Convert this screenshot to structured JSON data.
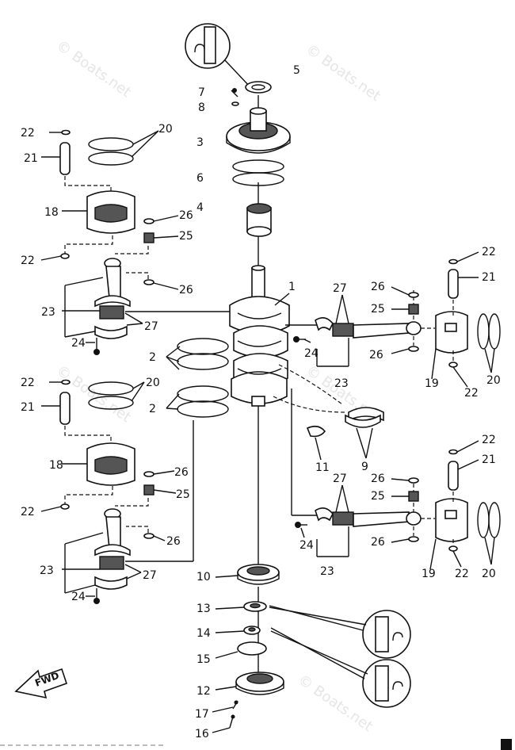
{
  "watermarks": [
    "© Boats.net",
    "© Boats.net",
    "© Boats.net",
    "© Boats.net",
    "© Boats.net"
  ],
  "fwd_label": "FWD",
  "callouts": [
    {
      "id": "c5",
      "text": "5"
    },
    {
      "id": "c7",
      "text": "7"
    },
    {
      "id": "c8",
      "text": "8"
    },
    {
      "id": "c3",
      "text": "3"
    },
    {
      "id": "c6",
      "text": "6"
    },
    {
      "id": "c4",
      "text": "4"
    },
    {
      "id": "c1",
      "text": "1"
    },
    {
      "id": "c22a",
      "text": "22"
    },
    {
      "id": "c21a",
      "text": "21"
    },
    {
      "id": "c20a",
      "text": "20"
    },
    {
      "id": "c18a",
      "text": "18"
    },
    {
      "id": "c26a",
      "text": "26"
    },
    {
      "id": "c25a",
      "text": "25"
    },
    {
      "id": "c22b",
      "text": "22"
    },
    {
      "id": "c26b",
      "text": "26"
    },
    {
      "id": "c23a",
      "text": "23"
    },
    {
      "id": "c27a",
      "text": "27"
    },
    {
      "id": "c24a",
      "text": "24"
    },
    {
      "id": "c2a",
      "text": "2"
    },
    {
      "id": "c2b",
      "text": "2"
    },
    {
      "id": "c22c",
      "text": "22"
    },
    {
      "id": "c21b",
      "text": "21"
    },
    {
      "id": "c20b",
      "text": "20"
    },
    {
      "id": "c18b",
      "text": "18"
    },
    {
      "id": "c26c",
      "text": "26"
    },
    {
      "id": "c25b",
      "text": "25"
    },
    {
      "id": "c22d",
      "text": "22"
    },
    {
      "id": "c26d",
      "text": "26"
    },
    {
      "id": "c23b",
      "text": "23"
    },
    {
      "id": "c27b",
      "text": "27"
    },
    {
      "id": "c24b",
      "text": "24"
    },
    {
      "id": "c22e",
      "text": "22"
    },
    {
      "id": "c21c",
      "text": "21"
    },
    {
      "id": "c27c",
      "text": "27"
    },
    {
      "id": "c26e",
      "text": "26"
    },
    {
      "id": "c25c",
      "text": "25"
    },
    {
      "id": "c24c",
      "text": "24"
    },
    {
      "id": "c26f",
      "text": "26"
    },
    {
      "id": "c23c",
      "text": "23"
    },
    {
      "id": "c19a",
      "text": "19"
    },
    {
      "id": "c22f",
      "text": "22"
    },
    {
      "id": "c20c",
      "text": "20"
    },
    {
      "id": "c9",
      "text": "9"
    },
    {
      "id": "c11",
      "text": "11"
    },
    {
      "id": "c22g",
      "text": "22"
    },
    {
      "id": "c21d",
      "text": "21"
    },
    {
      "id": "c27d",
      "text": "27"
    },
    {
      "id": "c26g",
      "text": "26"
    },
    {
      "id": "c25d",
      "text": "25"
    },
    {
      "id": "c24d",
      "text": "24"
    },
    {
      "id": "c26h",
      "text": "26"
    },
    {
      "id": "c23d",
      "text": "23"
    },
    {
      "id": "c19b",
      "text": "19"
    },
    {
      "id": "c22h",
      "text": "22"
    },
    {
      "id": "c20d",
      "text": "20"
    },
    {
      "id": "c10",
      "text": "10"
    },
    {
      "id": "c13",
      "text": "13"
    },
    {
      "id": "c14",
      "text": "14"
    },
    {
      "id": "c15",
      "text": "15"
    },
    {
      "id": "c12",
      "text": "12"
    },
    {
      "id": "c17",
      "text": "17"
    },
    {
      "id": "c16",
      "text": "16"
    }
  ]
}
